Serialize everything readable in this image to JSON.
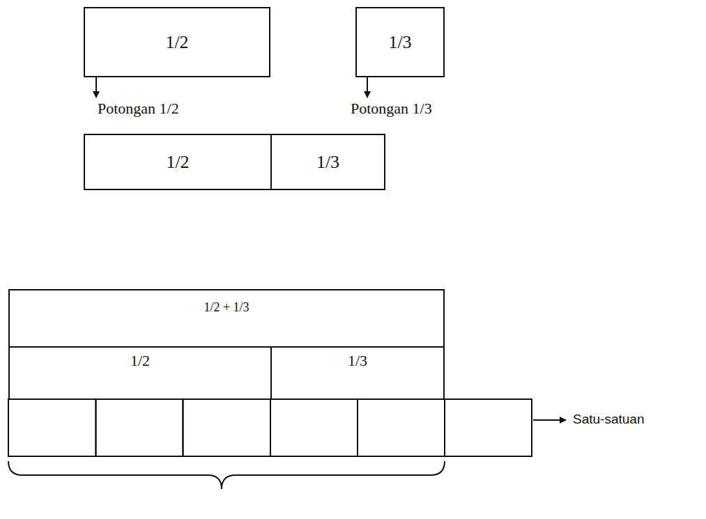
{
  "diagram": {
    "nodes": [
      {
        "text": [
          "1/2"
        ]
      },
      {
        "text": [
          "1/3"
        ]
      },
      {
        "text": [
          "1/2"
        ]
      },
      {
        "text": [
          "1/3"
        ]
      },
      {
        "text": [
          "1/2 + 1/3"
        ]
      },
      {
        "text": [
          "1/2"
        ]
      },
      {
        "text": [
          "1/3"
        ]
      }
    ],
    "labels": [
      "Potongan 1/2",
      "Potongan 1/3",
      "Satu-satuan"
    ]
  }
}
